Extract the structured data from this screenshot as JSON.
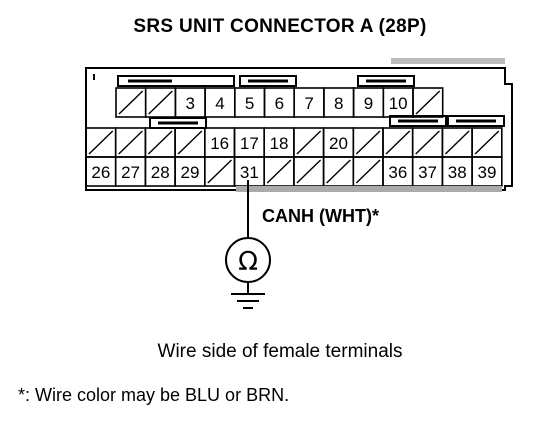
{
  "title": "SRS UNIT CONNECTOR A (28P)",
  "connector": {
    "row1": [
      "",
      "",
      "3",
      "4",
      "5",
      "6",
      "7",
      "8",
      "9",
      "10",
      ""
    ],
    "row2": [
      "",
      "",
      "",
      "",
      "16",
      "17",
      "18",
      "",
      "20",
      "",
      "",
      "",
      "",
      ""
    ],
    "row3": [
      "26",
      "27",
      "28",
      "29",
      "",
      "31",
      "",
      "",
      "",
      "",
      "36",
      "37",
      "38",
      "39"
    ],
    "probed_terminal": "31"
  },
  "wire_label": "CANH (WHT)*",
  "meter_symbol": "Ω",
  "caption": "Wire side of female terminals",
  "footnote": "*: Wire color may be BLU or BRN."
}
